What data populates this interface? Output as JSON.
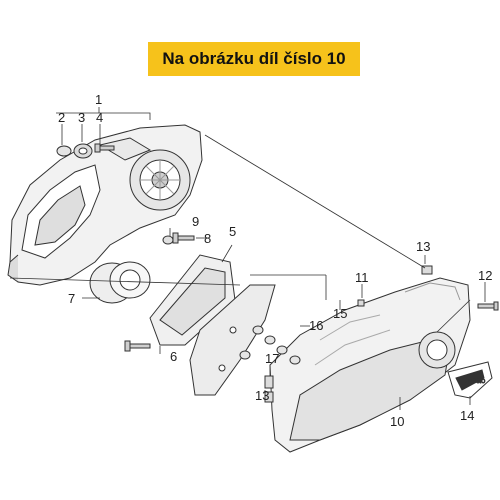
{
  "banner": {
    "text": "Na obrázku díl číslo 10"
  },
  "callouts": [
    "1",
    "2",
    "3",
    "4",
    "5",
    "6",
    "7",
    "8",
    "9",
    "10",
    "11",
    "12",
    "13",
    "13",
    "14",
    "15",
    "16",
    "17"
  ],
  "badge_text": "PIAGGIO",
  "colors": {
    "banner_bg": "#f6c21b",
    "line": "#333333",
    "part_fill": "#f2f2f2",
    "part_shade": "#cfcfcf"
  }
}
